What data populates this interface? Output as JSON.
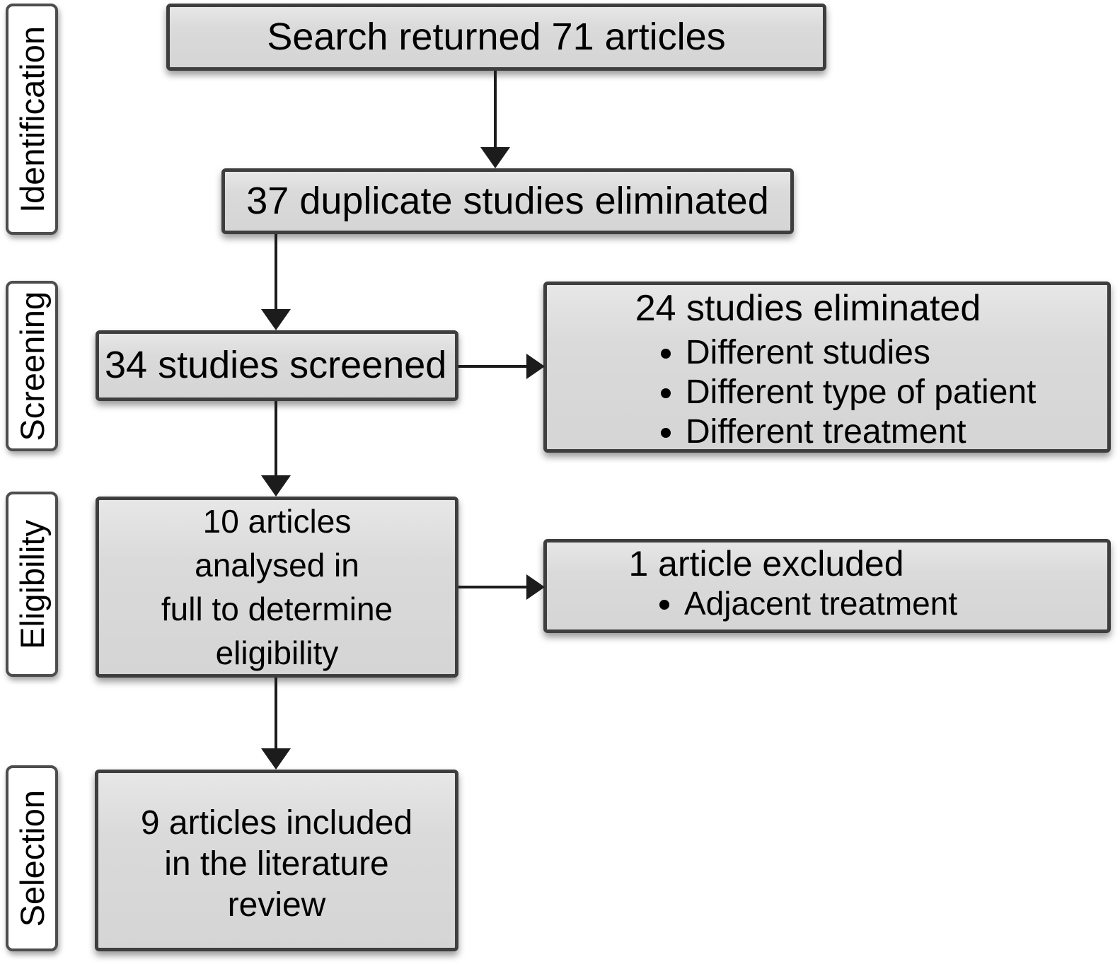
{
  "stages": [
    {
      "label": "Identification"
    },
    {
      "label": "Screening"
    },
    {
      "label": "Eligibility"
    },
    {
      "label": "Selection"
    }
  ],
  "flow": {
    "search": "Search returned 71 articles",
    "duplicates": "37 duplicate studies eliminated",
    "screened": "34 studies screened",
    "eliminated": {
      "title": "24 studies eliminated",
      "bullets": [
        "Different studies",
        "Different type of patient",
        "Different treatment"
      ]
    },
    "analysed": {
      "lines": [
        "10 articles",
        "analysed in",
        "full to determine",
        "eligibility"
      ]
    },
    "excluded": {
      "title": "1 article excluded",
      "bullets": [
        "Adjacent treatment"
      ]
    },
    "included": {
      "lines": [
        "9 articles included",
        "in the literature",
        "review"
      ]
    }
  },
  "colors": {
    "box_fill": "#d9d9d9",
    "box_border": "#3e3e3e",
    "label_fill": "#ffffff",
    "label_border": "#4d4d4d",
    "arrow": "#1c1c1c",
    "text": "#000000",
    "background": "#ffffff"
  }
}
